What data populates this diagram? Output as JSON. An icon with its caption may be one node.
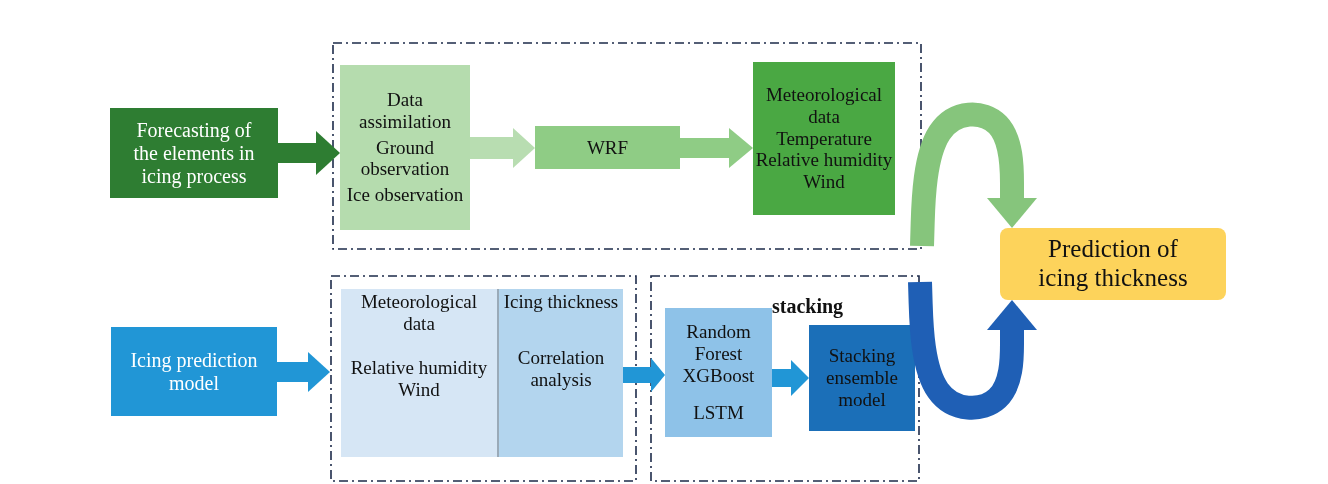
{
  "diagram": {
    "nodes": [
      {
        "text": [
          "Forecasting of the elements in icing process"
        ]
      },
      {
        "text": [],
        "shape": "box"
      },
      {
        "text": [
          "Data assimilation",
          "Ground observation",
          "Ice observation"
        ],
        "in": 1
      },
      {
        "text": [
          "WRF"
        ],
        "in": 1
      },
      {
        "text": [
          "Meteorological data",
          "Temperature",
          "Relative humidity",
          "Wind"
        ],
        "in": 1
      },
      {
        "text": [
          "Prediction of icing thickness"
        ]
      },
      {
        "text": [
          "Icing prediction model"
        ]
      },
      {
        "text": [],
        "shape": "box"
      },
      {
        "text": [
          "Meteorological data",
          "Relative humidity Wind"
        ],
        "in": 7
      },
      {
        "text": [
          "Icing thickness",
          "Correlation analysis"
        ],
        "in": 7
      },
      {
        "text": [
          "stacking"
        ]
      },
      {
        "text": [
          "Random Forest XGBoost",
          "LSTM"
        ],
        "in": 10
      },
      {
        "text": [
          "Stacking ensemble model"
        ],
        "in": 10
      }
    ],
    "edges": [
      {
        "from": 0,
        "to": 2,
        "arrow": "to",
        "color": "#2e7d32"
      },
      {
        "from": 2,
        "to": 3,
        "arrow": "to",
        "color": "#b8ddb1"
      },
      {
        "from": 3,
        "to": 4,
        "arrow": "to",
        "color": "#8fcc85"
      },
      {
        "from": 1,
        "to": 5,
        "arrow": "to",
        "color": "#86c57c"
      },
      {
        "from": 10,
        "to": 5,
        "arrow": "to",
        "color": "#1f5fb5"
      },
      {
        "from": 6,
        "to": 7,
        "arrow": "to"
      },
      {
        "from": 9,
        "to": 11,
        "arrow": "to"
      },
      {
        "from": 11,
        "to": 12,
        "arrow": "to"
      }
    ]
  }
}
